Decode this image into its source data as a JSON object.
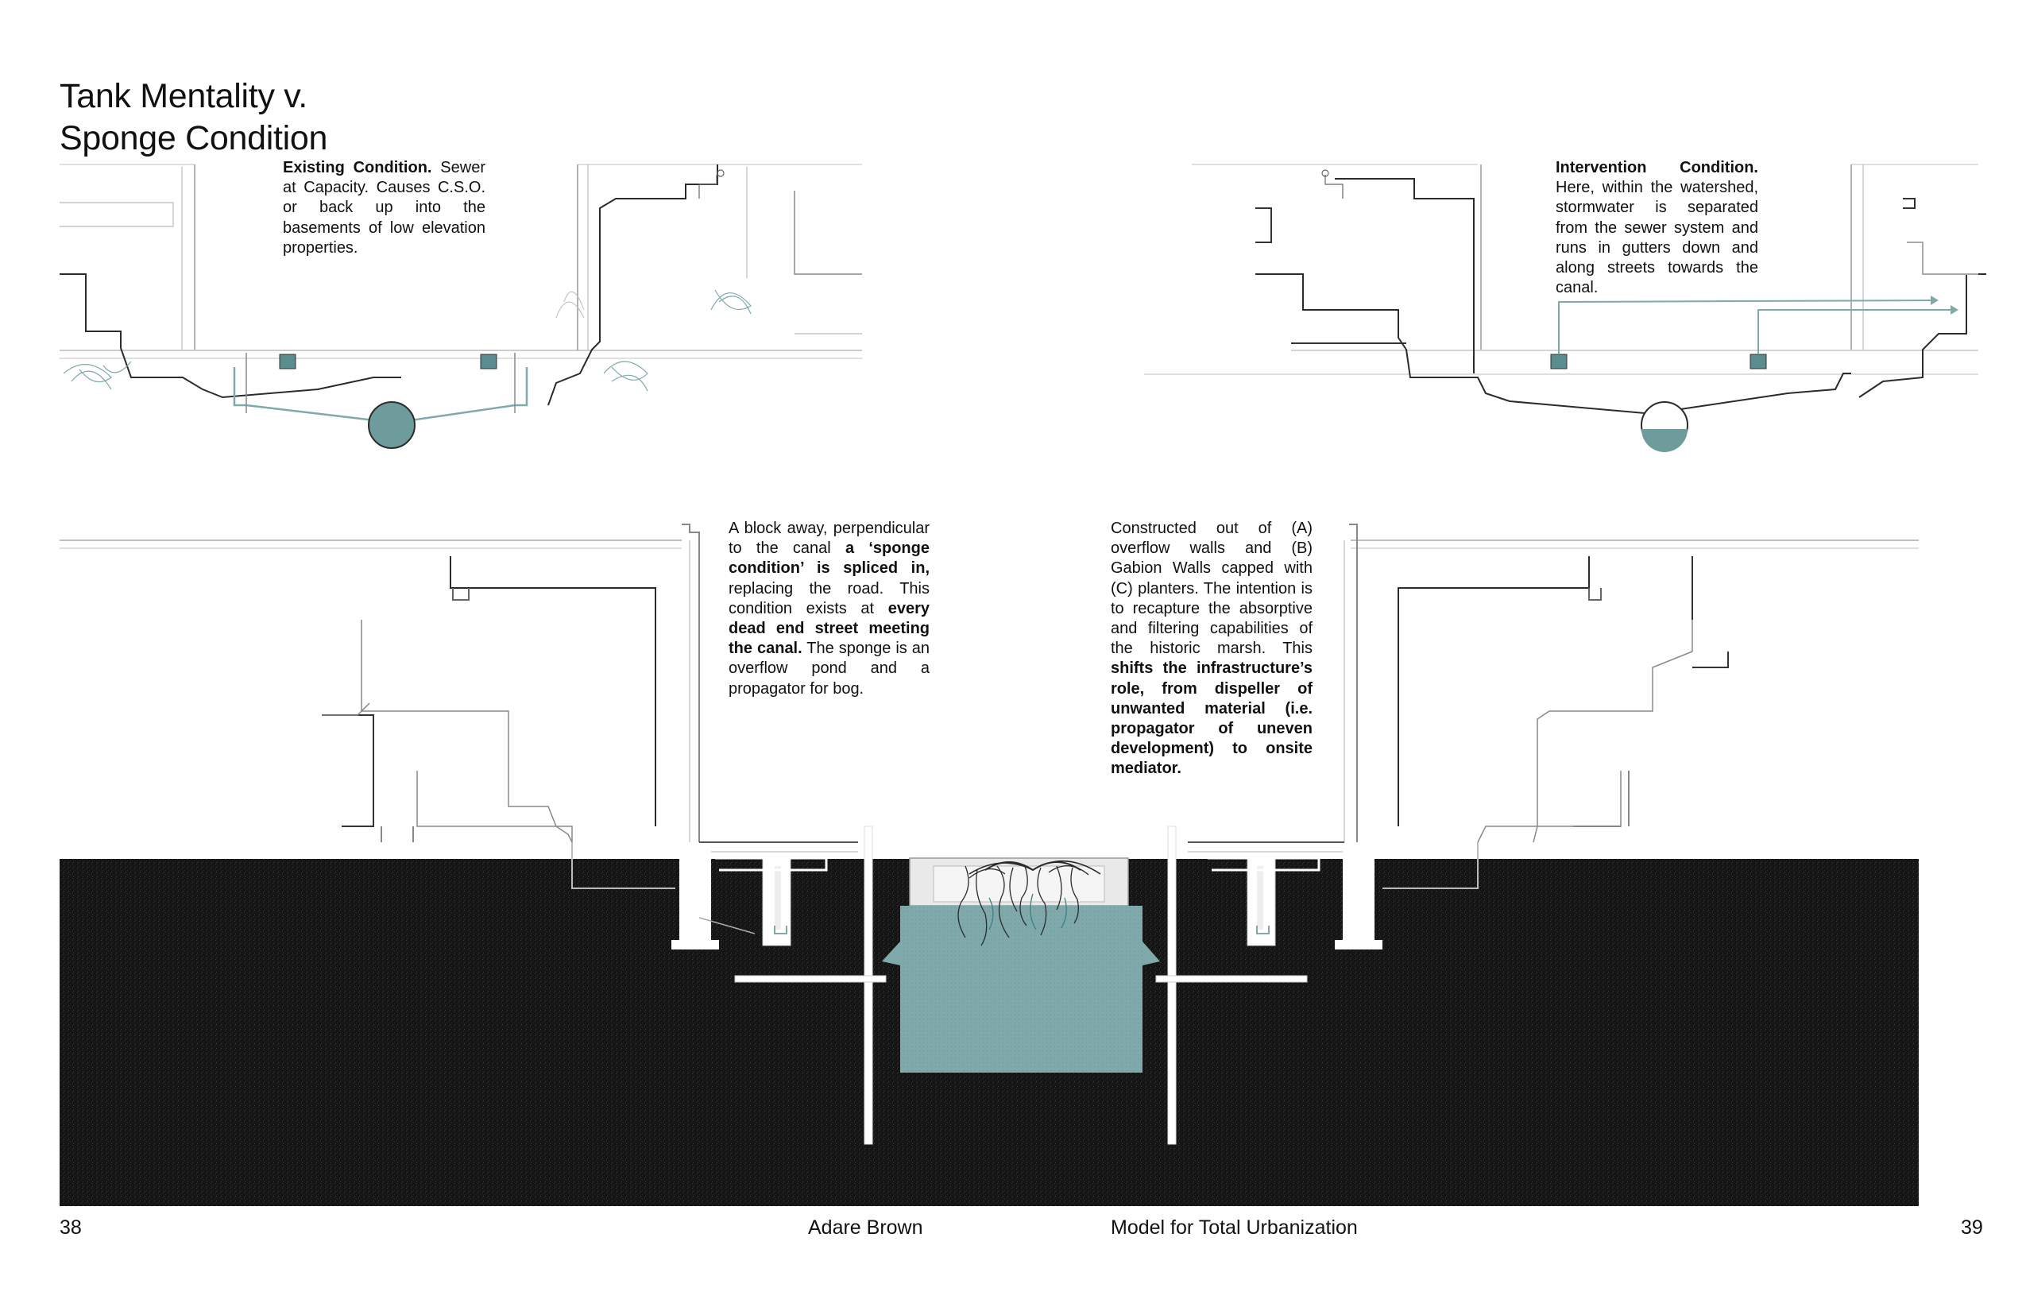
{
  "title_lines": [
    "Tank Mentality v.",
    "Sponge Condition"
  ],
  "captions": {
    "existing": {
      "lead_bold": "Existing Condition.",
      "text": " Sewer at Capacity. Causes C.S.O. or back up into the basements of low elevation properties."
    },
    "intervention": {
      "lead_bold": "Intervention Condition.",
      "text": " Here, within the watershed, stormwater is separated from the sewer system and runs in gutters down and along streets towards the canal."
    },
    "sponge": {
      "p1": "A block away, perpendicular to the canal ",
      "b1": "a ‘sponge condition’ is spliced in,",
      "p2": " replacing the road. This condition exists at ",
      "b2": "every dead end street meeting the canal.",
      "p3": " The sponge is an overflow pond and a propagator for bog."
    },
    "constructed": {
      "p1": "Constructed out of (A) overflow walls and (B) Gabion Walls capped with (C) planters. The intention is to recapture the absorptive and filtering capabilities of the historic marsh. This ",
      "b1": "shifts the infrastructure’s role, from dispeller of unwanted material (i.e. propagator of uneven development) to onsite mediator."
    }
  },
  "footer": {
    "page_left": "38",
    "author": "Adare Brown",
    "book_title": "Model for Total Urbanization",
    "page_right": "39"
  },
  "colors": {
    "water": "#7fa9aa",
    "water_dark": "#5a8d8f",
    "ground": "#141414",
    "line": "#2b2b2b",
    "roots": "#3f7f84"
  }
}
